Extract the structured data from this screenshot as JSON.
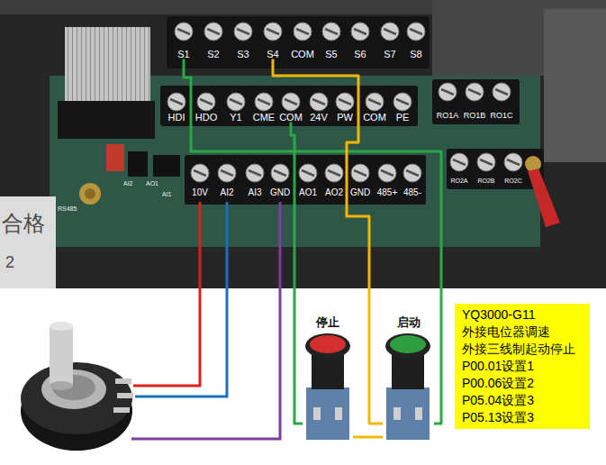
{
  "diagram": {
    "nodes": [
      {
        "text": [
          "S1"
        ]
      },
      {
        "text": [
          "S2"
        ]
      },
      {
        "text": [
          "S3"
        ]
      },
      {
        "text": [
          "S4"
        ]
      },
      {
        "text": [
          "COM"
        ]
      },
      {
        "text": [
          "S5"
        ]
      },
      {
        "text": [
          "S6"
        ]
      },
      {
        "text": [
          "S7"
        ]
      },
      {
        "text": [
          "S8"
        ]
      },
      {
        "text": [
          "HDI"
        ]
      },
      {
        "text": [
          "HDO"
        ]
      },
      {
        "text": [
          "Y1"
        ]
      },
      {
        "text": [
          "CME"
        ]
      },
      {
        "text": [
          "COM"
        ]
      },
      {
        "text": [
          "24V"
        ]
      },
      {
        "text": [
          "PW"
        ]
      },
      {
        "text": [
          "COM"
        ]
      },
      {
        "text": [
          "PE"
        ]
      },
      {
        "text": [
          "RO1A"
        ]
      },
      {
        "text": [
          "RO1B"
        ]
      },
      {
        "text": [
          "RO1C"
        ]
      },
      {
        "text": [
          "10V"
        ]
      },
      {
        "text": [
          "AI2"
        ]
      },
      {
        "text": [
          "AI3"
        ]
      },
      {
        "text": [
          "GND"
        ]
      },
      {
        "text": [
          "AO1"
        ]
      },
      {
        "text": [
          "AO2"
        ]
      },
      {
        "text": [
          "GND"
        ]
      },
      {
        "text": [
          "485+"
        ]
      },
      {
        "text": [
          "485-"
        ]
      },
      {
        "text": [
          "RO2A"
        ]
      },
      {
        "text": [
          "RO2B"
        ]
      },
      {
        "text": [
          "RO2C"
        ]
      },
      {
        "text": [
          "停止"
        ]
      },
      {
        "text": [
          "启动"
        ]
      },
      {
        "text": [
          "YQ3000-G11",
          "外接电位器调速",
          "外接三线制起动停止",
          "P00.01设置1",
          "P00.06设置2",
          "P05.04设置3",
          "P05.13设置3"
        ]
      }
    ],
    "edges": [
      {
        "from": 0,
        "to": 34,
        "arrow": "none"
      },
      {
        "from": 13,
        "to": 33,
        "arrow": "none"
      },
      {
        "from": 3,
        "to": 34,
        "arrow": "none"
      },
      {
        "from": 33,
        "to": 34,
        "arrow": "none"
      }
    ],
    "labels": [
      "RS485",
      "AI2",
      "AO1",
      "AI1",
      "合格",
      "2"
    ]
  }
}
